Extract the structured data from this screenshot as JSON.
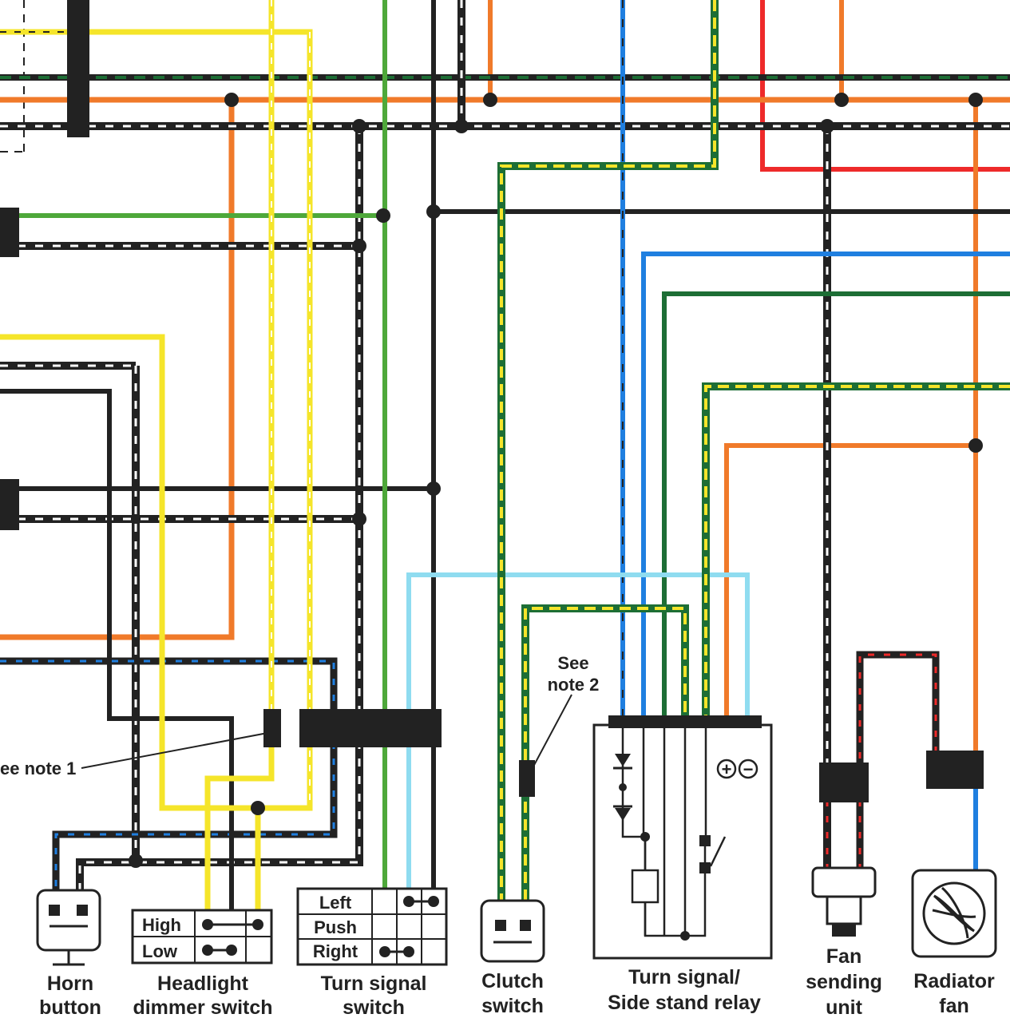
{
  "colors": {
    "black": "#222222",
    "yellow": "#f5e52a",
    "orange": "#f07a2a",
    "green": "#4ea83a",
    "dark_green": "#1d6e35",
    "blue": "#1f7fe0",
    "light_blue": "#8fdcf0",
    "red": "#ee2a2a",
    "white": "#ffffff"
  },
  "notes": {
    "note1": "ee note 1",
    "note2_line1": "See",
    "note2_line2": "note 2"
  },
  "components": {
    "horn": {
      "line1": "Horn",
      "line2": "button"
    },
    "dimmer": {
      "line1": "Headlight",
      "line2": "dimmer switch",
      "rows": [
        "High",
        "Low"
      ]
    },
    "turn_switch": {
      "line1": "Turn signal",
      "line2": "switch",
      "rows": [
        "Left",
        "Push",
        "Right"
      ]
    },
    "clutch": {
      "line1": "Clutch",
      "line2": "switch"
    },
    "relay": {
      "line1": "Turn signal/",
      "line2": "Side stand relay",
      "plus": "+",
      "minus": "−"
    },
    "fan_sender": {
      "line1": "Fan",
      "line2": "sending",
      "line3": "unit"
    },
    "radiator_fan": {
      "line1": "Radiator",
      "line2": "fan"
    }
  }
}
